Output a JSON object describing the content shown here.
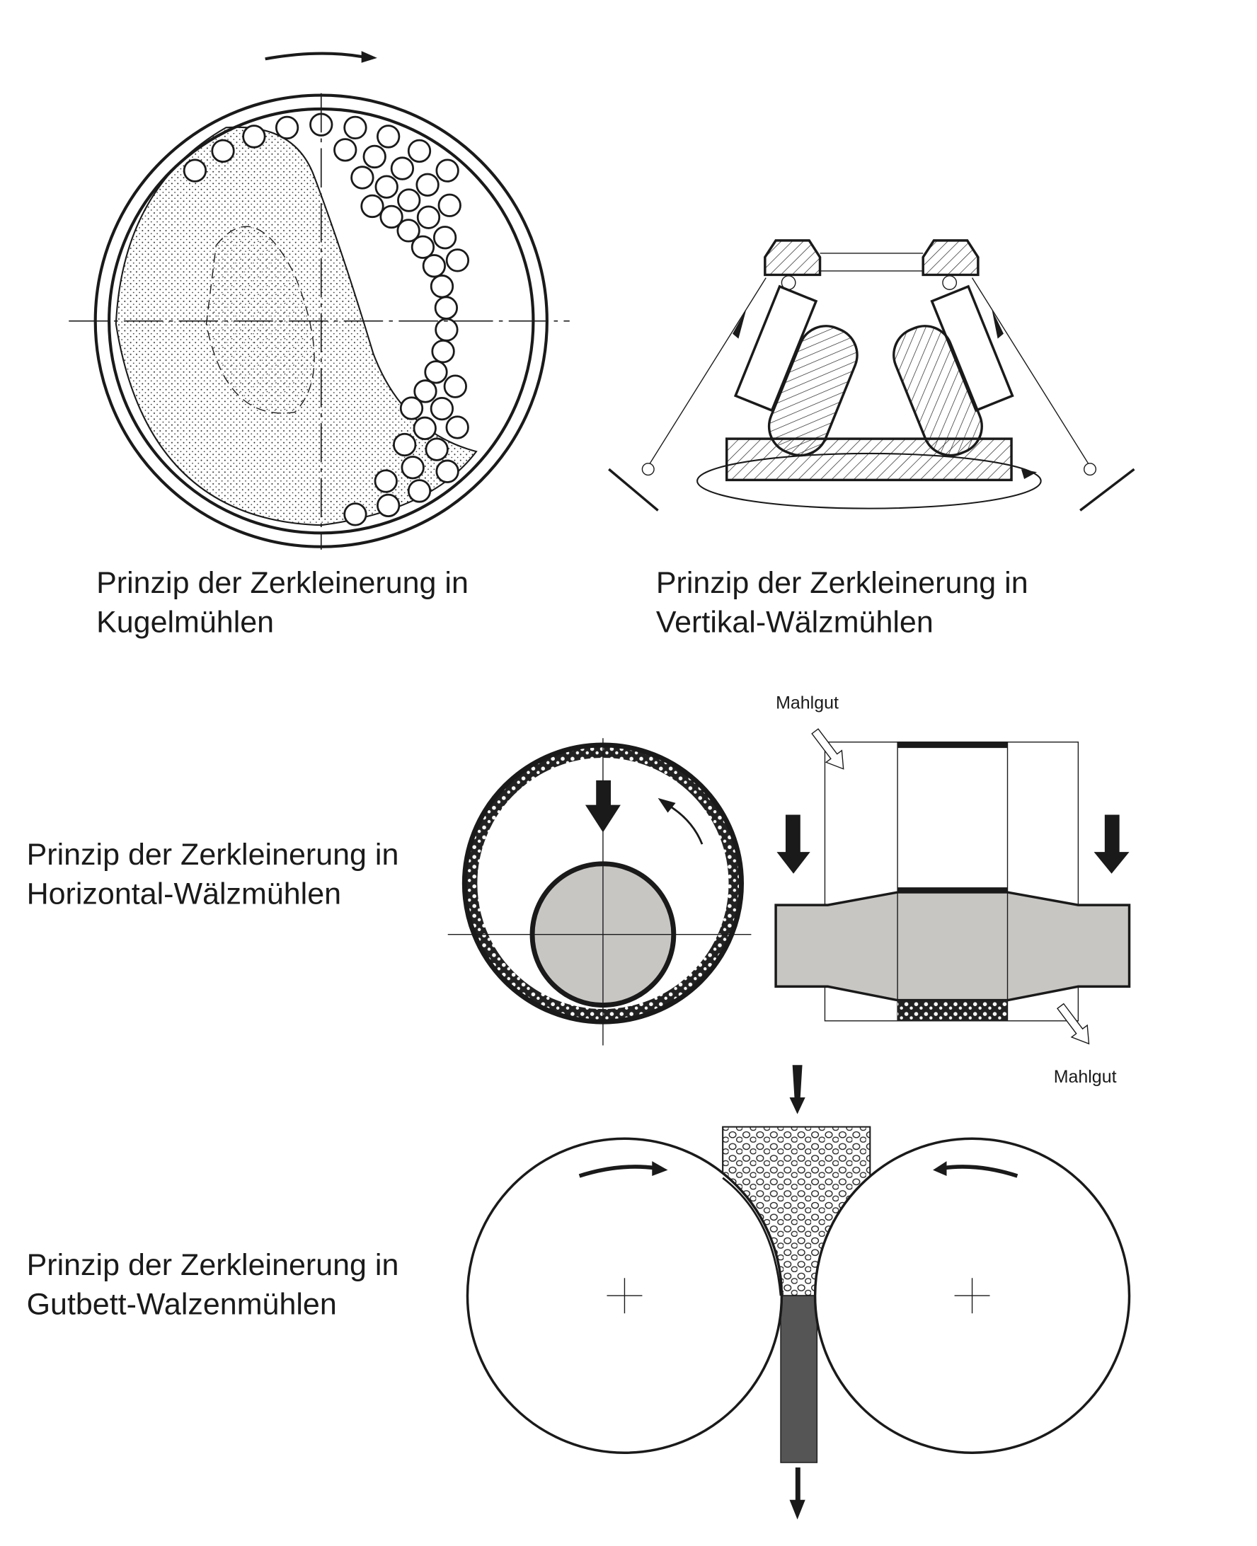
{
  "ball_mill": {
    "caption_line1": "Prinzip der Zerkleinerung in",
    "caption_line2": "Kugelmühlen"
  },
  "vertical_mill": {
    "caption_line1": "Prinzip der Zerkleinerung in",
    "caption_line2": "Vertikal-Wälzmühlen"
  },
  "horizontal_mill": {
    "caption_line1": "Prinzip der Zerkleinerung in",
    "caption_line2": "Horizontal-Wälzmühlen",
    "feed_label": "Mahlgut",
    "discharge_label": "Mahlgut"
  },
  "roller_press": {
    "caption_line1": "Prinzip der Zerkleinerung in",
    "caption_line2": "Gutbett-Walzenmühlen"
  },
  "colors": {
    "ink": "#1a1a1a",
    "roller_gray": "#c8c6c3",
    "product_dark": "#555555"
  }
}
